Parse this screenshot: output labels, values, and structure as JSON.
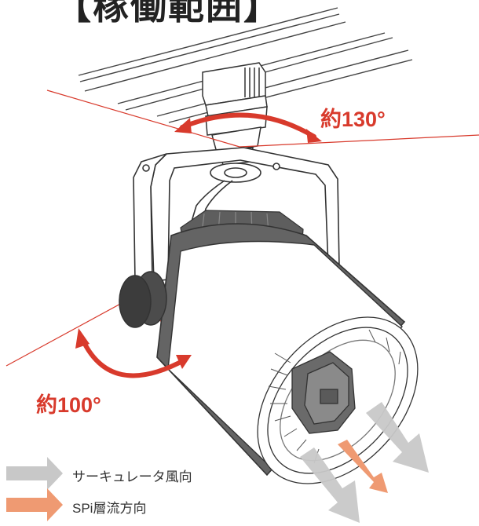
{
  "title": "【稼働範囲】",
  "angles": {
    "horizontal": "約130°",
    "vertical": "約100°"
  },
  "legend": [
    {
      "label": "サーキュレータ風向",
      "color": "#c8c8c8",
      "icon": "gray-arrow-icon"
    },
    {
      "label": "SPi層流方向",
      "color": "#ef9a72",
      "icon": "orange-arrow-icon"
    }
  ],
  "colors": {
    "accent_red": "#d83a2c",
    "body_gray": "#646464",
    "outline": "#333333"
  }
}
